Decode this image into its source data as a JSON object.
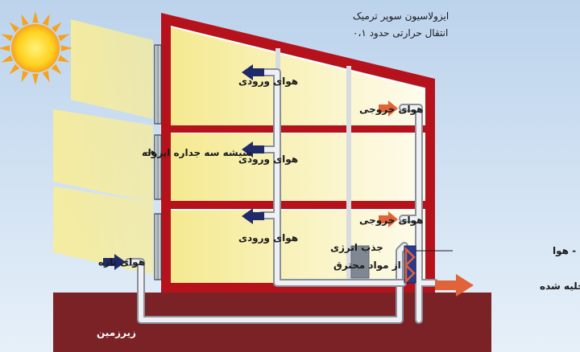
{
  "labels": {
    "title_line1": "ایزولاسیون سوپر ترمیک",
    "title_line2": "انتقال حرارتی حدود ۰،۱",
    "supply_air_1": "هوای ورودی",
    "supply_air_2": "هوای ورودی",
    "supply_air_3": "هوای ورودی",
    "exhaust_air_1": "هوای خروجی",
    "exhaust_air_2": "هوای خروجی",
    "triple_glazing": "شیشه سه جداره ایزوله",
    "fresh_air": "هوای تازه",
    "energy_absorption_line1": "جذب انرژی",
    "energy_absorption_line2": "از مواد محترق",
    "heat_exchanger": "مبدل گرمای هوا - هوا",
    "discharged_air": "هوای تخلیه شده",
    "basement": "زیرزمین"
  },
  "colors": {
    "sky_top": "#bcd3ec",
    "sky_bottom": "#e3eef8",
    "wall_red": "#b5121b",
    "ground": "#7a2225",
    "sunlight": "#f6ec9c",
    "pipe": "#c8ccd4",
    "supply_arrow": "#1f2a6b",
    "exhaust_arrow": "#e0633a",
    "sun_core": "#ffd21f",
    "sun_ray": "#f7a21b"
  }
}
